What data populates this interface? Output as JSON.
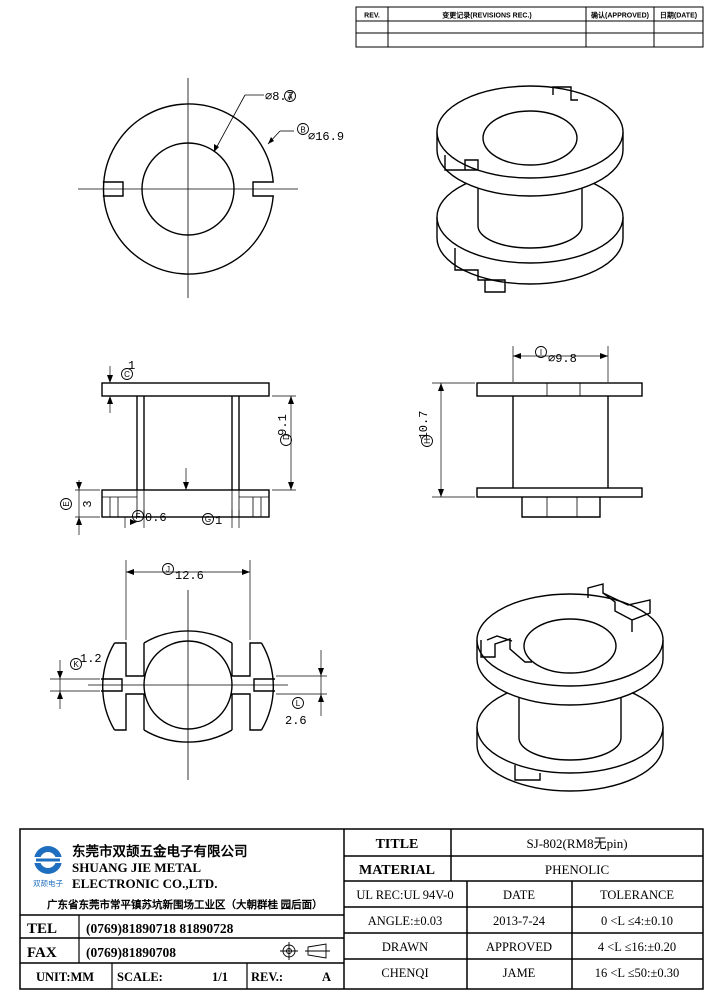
{
  "revision_table": {
    "headers": [
      "REV.",
      "变更记录(REVISIONS REC.)",
      "确认(APPROVED)",
      "日期(DATE)"
    ]
  },
  "dimensions": {
    "dia_a": "⌀8.7",
    "dia_a_tag": "A",
    "dia_b": "⌀16.9",
    "dia_b_tag": "B",
    "c_val": "1",
    "c_tag": "C",
    "d_val": "9.1",
    "d_tag": "D",
    "e_val": "3",
    "e_tag": "E",
    "f_val": "0.6",
    "f_tag": "F",
    "g_val": "1",
    "g_tag": "G",
    "h_val": "10.7",
    "h_tag": "H",
    "i_val": "⌀9.8",
    "i_tag": "I",
    "j_val": "12.6",
    "j_tag": "J",
    "k_val": "1.2",
    "k_tag": "K",
    "l_val": "2.6",
    "l_tag": "L"
  },
  "company": {
    "name_cn": "东莞市双颉五金电子有限公司",
    "name_en_1": "SHUANG JIE METAL",
    "name_en_2": "ELECTRONIC CO.,LTD.",
    "logo_text": "双颉电子",
    "address": "广东省东莞市常平镇苏坑新围场工业区（大朝群桂 园后面）",
    "tel_label": "TEL",
    "tel": "(0769)81890718  81890728",
    "fax_label": "FAX",
    "fax": "(0769)81890708"
  },
  "title_block": {
    "title_label": "TITLE",
    "title_value": "SJ-802(RM8无pin)",
    "material_label": "MATERIAL",
    "material_value": "PHENOLIC",
    "ul_rec": "UL REC:UL 94V-0",
    "date_label": "DATE",
    "tolerance_label": "TOLERANCE",
    "angle": "ANGLE:±0.03",
    "date_value": "2013-7-24",
    "tol_1": "0 <L ≤4:±0.10",
    "drawn_label": "DRAWN",
    "approved_label": "APPROVED",
    "tol_2": "4 <L ≤16:±0.20",
    "drawn_by": "CHENQI",
    "approved_by": "JAME",
    "tol_3": "16 <L ≤50:±0.30",
    "unit": "UNIT:MM",
    "scale_label": "SCALE:",
    "scale_value": "1/1",
    "rev_label": "REV.:",
    "rev_value": "A"
  }
}
